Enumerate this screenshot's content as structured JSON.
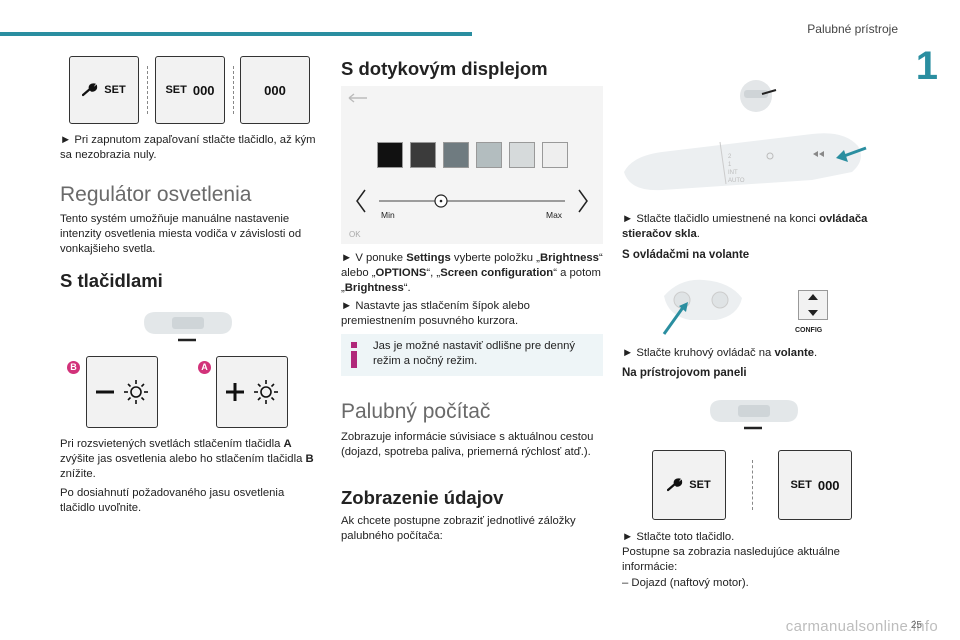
{
  "header": {
    "section_title": "Palubné prístroje",
    "chapter_number": "1",
    "page_number": "25",
    "watermark": "carmanualsonline.info"
  },
  "col1": {
    "buttons_top": [
      {
        "icon": "wrench-icon",
        "label": "SET"
      },
      {
        "label": "SET",
        "value": "000"
      },
      {
        "value": "000"
      }
    ],
    "step_reset": "► Pri zapnutom zapaľovaní stlačte tlačidlo, až kým sa nezobrazia nuly.",
    "heading_lighting": "Regulátor osvetlenia",
    "lighting_intro": "Tento systém umožňuje manuálne nastavenie intenzity osvetlenia miesta vodiča v závislosti od vonkajšieho svetla.",
    "heading_buttons": "S tlačidlami",
    "label_b": "B",
    "label_a": "A",
    "buttons_desc_prefix": "Pri rozsvietených svetlách stlačením tlačidla ",
    "buttons_desc_a": "A",
    "buttons_desc_mid": " zvýšite jas osvetlenia alebo ho stlačením tlačidla ",
    "buttons_desc_b": "B",
    "buttons_desc_end": " znížite.",
    "buttons_release": "Po dosiahnutí požadovaného jasu osvetlenia tlačidlo uvoľnite."
  },
  "col2": {
    "heading_touch": "S dotykovým displejom",
    "screen": {
      "min": "Min",
      "max": "Max",
      "ok": "OK",
      "swatches": [
        "#111111",
        "#3b3b3b",
        "#6f7b80",
        "#b3bdbf",
        "#d6dadb",
        "#eeeeee"
      ]
    },
    "step1_prefix": "► V ponuke ",
    "step1_settings": "Settings",
    "step1_mid1": " vyberte položku „",
    "step1_brightness": "Brightness",
    "step1_mid2": "“ alebo „",
    "step1_options": "OPTIONS",
    "step1_mid3": "“, „",
    "step1_screen_config": "Screen configuration",
    "step1_mid4": "“ a potom „",
    "step1_brightness2": "Brightness",
    "step1_end": "“.",
    "step2": "► Nastavte jas stlačením šípok alebo premiestnením posuvného kurzora.",
    "info_text": "Jas je možné nastaviť odlišne pre denný režim a nočný režim.",
    "heading_computer": "Palubný počítač",
    "computer_intro": "Zobrazuje informácie súvisiace s aktuálnou cestou (dojazd, spotreba paliva, priemerná rýchlosť atď.).",
    "heading_display": "Zobrazenie údajov",
    "display_intro": "Ak chcete postupne zobraziť jednotlivé záložky palubného počítača:"
  },
  "col3": {
    "step_wiper_prefix": "► Stlačte tlačidlo umiestnené na konci ",
    "step_wiper_bold": "ovládača stieračov skla",
    "step_wiper_end": ".",
    "heading_wheel": "S ovládačmi na volante",
    "config_label": "CONFIG",
    "step_wheel_prefix": "► Stlačte kruhový ovládač na ",
    "step_wheel_bold": "volante",
    "step_wheel_end": ".",
    "heading_panel": "Na prístrojovom paneli",
    "panel_buttons": [
      {
        "icon": "wrench-icon",
        "label": "SET"
      },
      {
        "label": "SET",
        "value": "000"
      }
    ],
    "step_panel": "► Stlačte toto tlačidlo.",
    "panel_info": "Postupne sa zobrazia nasledujúce aktuálne informácie:",
    "panel_item1": "– Dojazd (naftový motor)."
  }
}
